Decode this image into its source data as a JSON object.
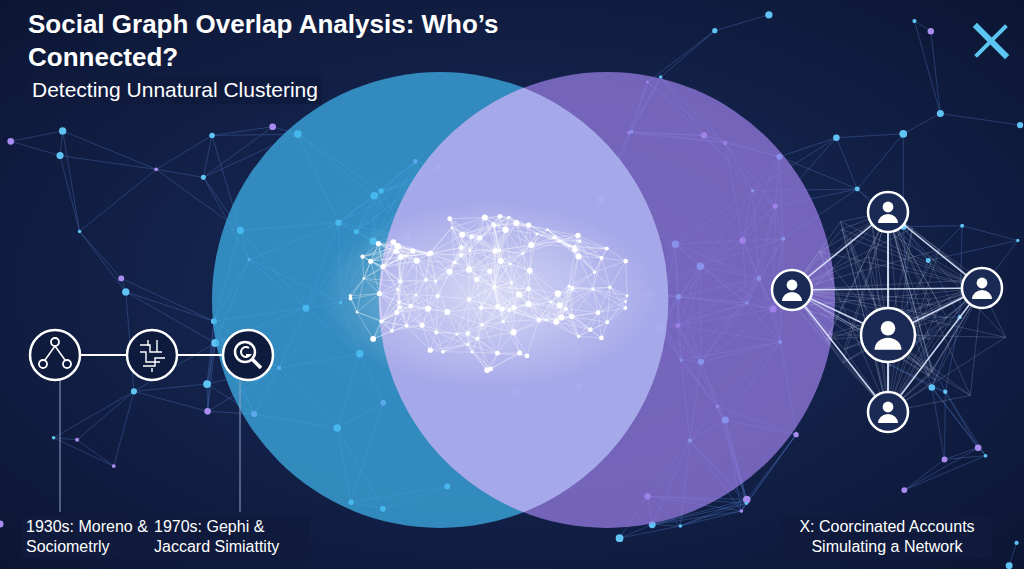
{
  "diagram": {
    "title": "Social Graph Overlap Analysis: Who’s Connected?",
    "labels": [
      "Detecting Unnatural Clustering",
      "1930s: Moreno & Sociometrly",
      "1970s: Gephi & Jaccard Simiattity",
      "X: Coorcinated Accounts Simulating a Network"
    ]
  }
}
